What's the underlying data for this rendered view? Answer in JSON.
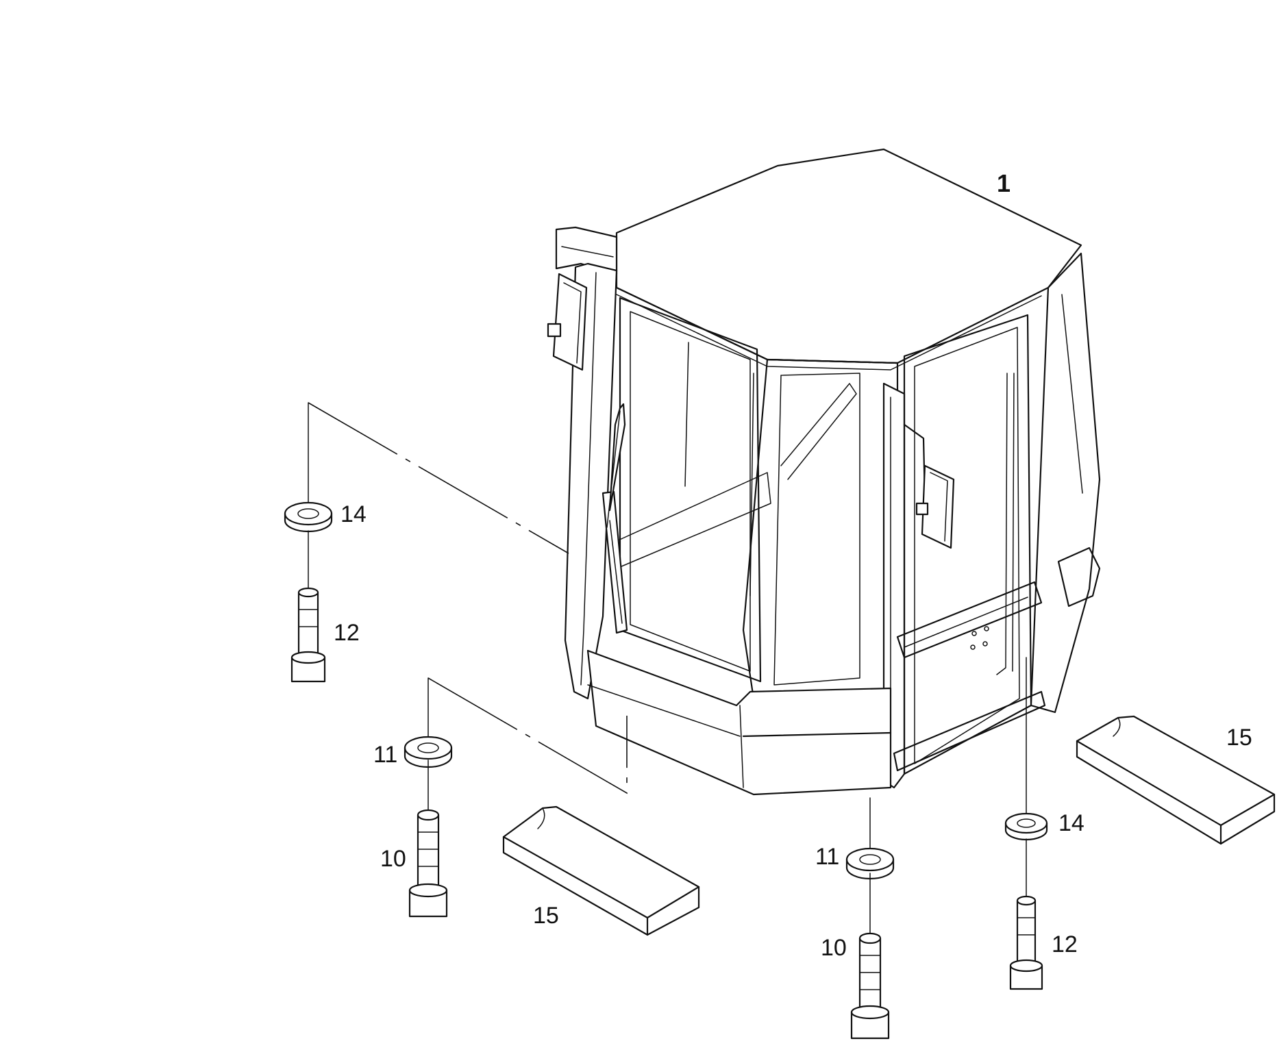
{
  "diagram": {
    "callouts": {
      "cab": "1",
      "washer_upper_left": "14",
      "bolt_upper_left": "12",
      "washer_mid_left": "11",
      "bolt_mid_left": "10",
      "pad_left": "15",
      "pad_right": "15",
      "washer_right_14": "14",
      "bolt_right_12": "12",
      "washer_right_11": "11",
      "bolt_right_10": "10"
    },
    "parts": [
      {
        "id": "cab",
        "name": "operator cab"
      },
      {
        "id": "bolt-10",
        "name": "bolt"
      },
      {
        "id": "washer-11",
        "name": "washer"
      },
      {
        "id": "bolt-12",
        "name": "bolt"
      },
      {
        "id": "washer-14",
        "name": "washer"
      },
      {
        "id": "pad-15",
        "name": "pad"
      }
    ],
    "colors": {
      "line": "#111111",
      "background": "#ffffff"
    }
  }
}
